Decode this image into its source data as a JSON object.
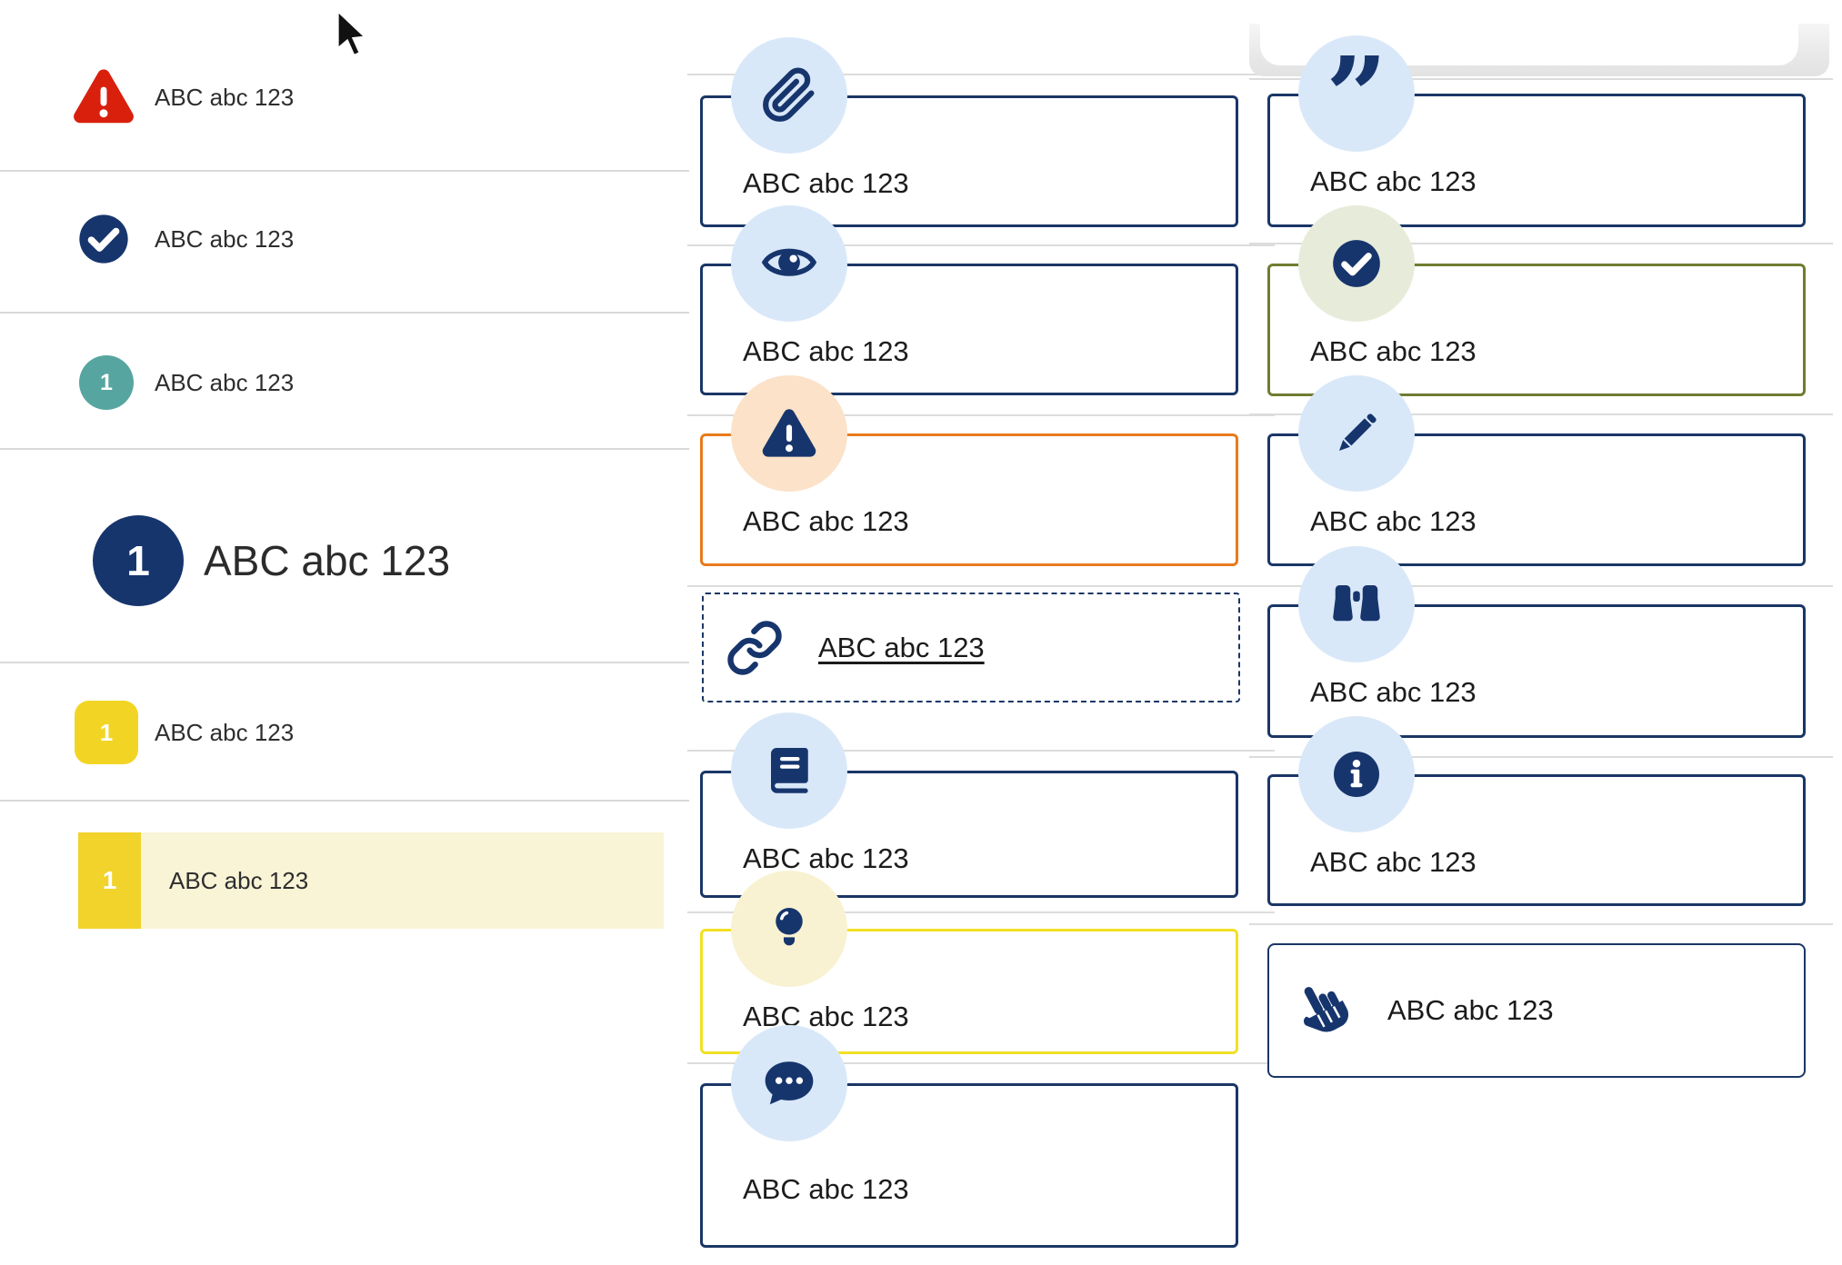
{
  "colors": {
    "navy_icon": "#17356D",
    "navy_border": "#1A3666",
    "red": "#D8200D",
    "teal": "#57A5A0",
    "yellow": "#F2D524",
    "pale_yellow_highlight": "#F9F4D6",
    "olive_border": "#6E7D31",
    "orange_border": "#E87B1C",
    "yellow_border": "#F2E024",
    "badge_blue": "#D9E8F8",
    "badge_peach": "#FBE2C8",
    "badge_green": "#E7ECDA",
    "badge_yellow": "#F8F2D2",
    "separator_gray": "#D9D9D9"
  },
  "left_list": {
    "items": [
      {
        "icon": "warning-triangle-red",
        "label": "ABC abc 123"
      },
      {
        "icon": "check-circle-navy",
        "label": "ABC abc 123"
      },
      {
        "icon": "number-circle-teal",
        "number": "1",
        "label": "ABC abc 123"
      },
      {
        "icon": "number-circle-navy-large",
        "number": "1",
        "label": "ABC abc 123"
      },
      {
        "icon": "number-square-yellow",
        "number": "1",
        "label": "ABC abc 123"
      },
      {
        "icon": "number-square-yellow-highlighted",
        "number": "1",
        "label": "ABC abc 123"
      }
    ]
  },
  "middle_callouts": {
    "cards": [
      {
        "icon": "paperclip",
        "label": "ABC abc 123"
      },
      {
        "icon": "eye",
        "label": "ABC abc 123"
      },
      {
        "icon": "warning-triangle",
        "label": "ABC abc 123"
      },
      {
        "icon": "link",
        "label": "ABC abc 123",
        "is_link": true
      },
      {
        "icon": "book",
        "label": "ABC abc 123"
      },
      {
        "icon": "lightbulb",
        "label": "ABC abc 123"
      },
      {
        "icon": "chat-bubble",
        "label": "ABC abc 123"
      }
    ]
  },
  "right_callouts": {
    "cards": [
      {
        "icon": "quote",
        "glyph": "”",
        "label": "ABC abc 123"
      },
      {
        "icon": "check-circle",
        "label": "ABC abc 123"
      },
      {
        "icon": "pencil",
        "label": "ABC abc 123"
      },
      {
        "icon": "binoculars",
        "label": "ABC abc 123"
      },
      {
        "icon": "info-circle",
        "label": "ABC abc 123"
      },
      {
        "icon": "hand-pointer",
        "label": "ABC abc 123"
      }
    ]
  }
}
